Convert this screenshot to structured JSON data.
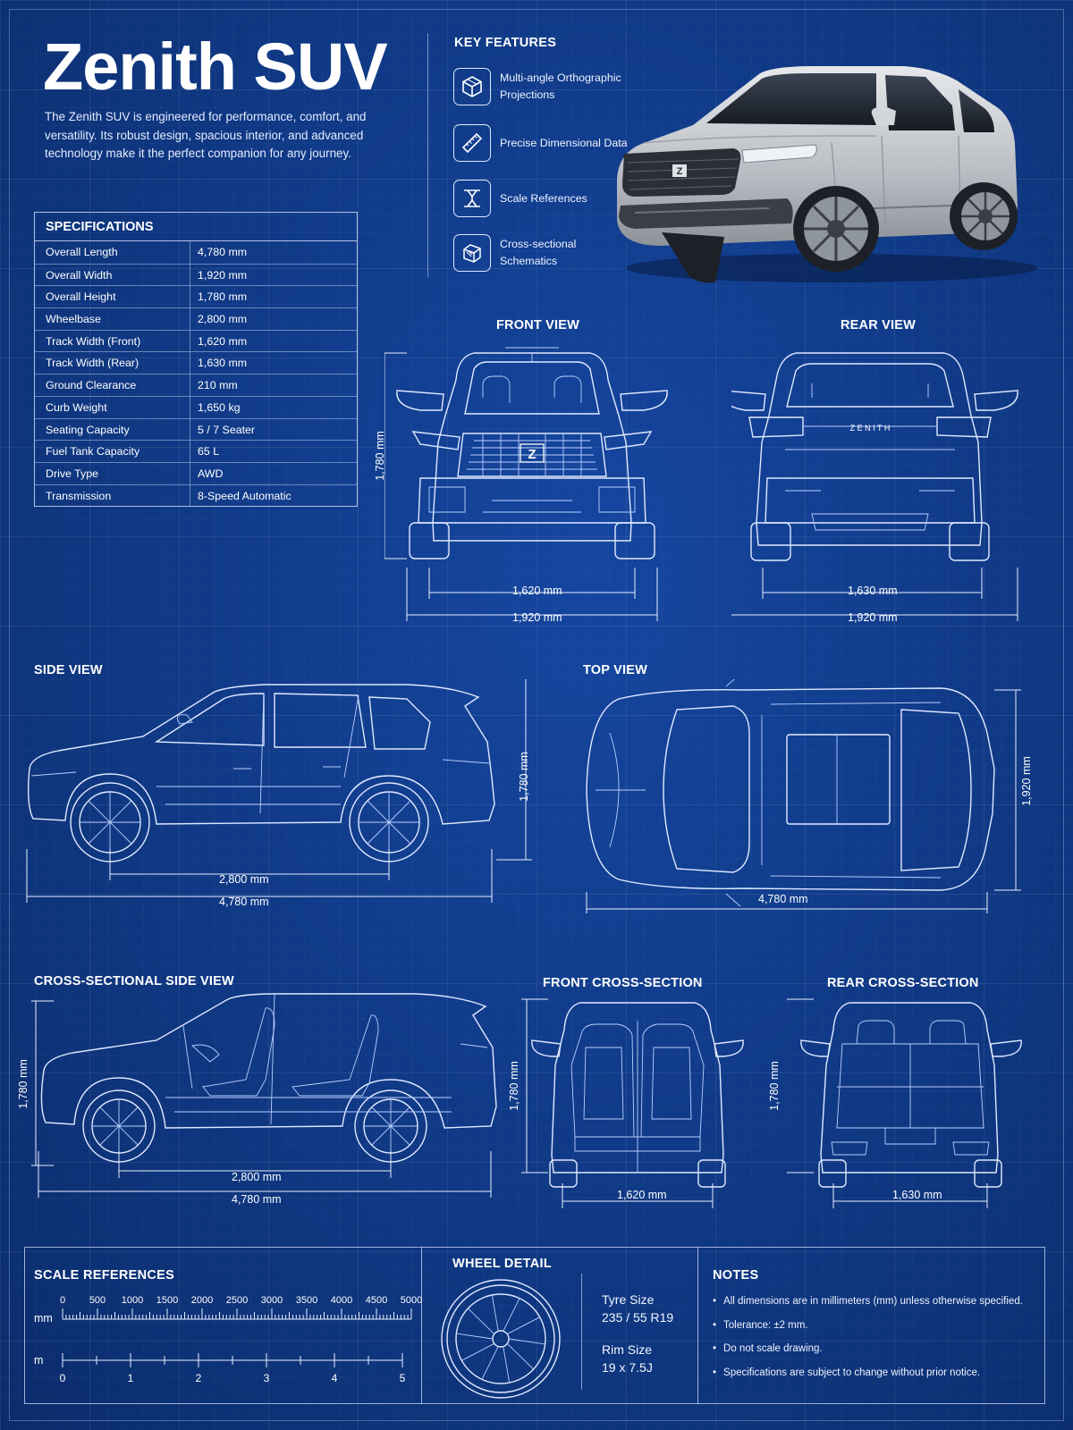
{
  "title": "Zenith SUV",
  "intro": "The Zenith SUV is engineered for performance, comfort, and versatility. Its robust design, spacious interior, and advanced technology make it the perfect companion for any journey.",
  "specifications": {
    "heading": "SPECIFICATIONS",
    "rows": [
      {
        "label": "Overall Length",
        "value": "4,780 mm"
      },
      {
        "label": "Overall Width",
        "value": "1,920 mm"
      },
      {
        "label": "Overall Height",
        "value": "1,780 mm"
      },
      {
        "label": "Wheelbase",
        "value": "2,800 mm"
      },
      {
        "label": "Track Width (Front)",
        "value": "1,620 mm"
      },
      {
        "label": "Track Width (Rear)",
        "value": "1,630 mm"
      },
      {
        "label": "Ground Clearance",
        "value": "210 mm"
      },
      {
        "label": "Curb Weight",
        "value": "1,650 kg"
      },
      {
        "label": "Seating Capacity",
        "value": "5 / 7 Seater"
      },
      {
        "label": "Fuel Tank Capacity",
        "value": "65 L"
      },
      {
        "label": "Drive Type",
        "value": "AWD"
      },
      {
        "label": "Transmission",
        "value": "8-Speed Automatic"
      }
    ]
  },
  "key_features": {
    "heading": "KEY FEATURES",
    "items": [
      {
        "label": "Multi-angle Orthographic Projections",
        "icon": "cube-icon"
      },
      {
        "label": "Precise Dimensional Data",
        "icon": "ruler-icon"
      },
      {
        "label": "Scale References",
        "icon": "scale-icon"
      },
      {
        "label": "Cross-sectional Schematics",
        "icon": "cross-section-icon"
      }
    ]
  },
  "views": {
    "front": {
      "title": "FRONT VIEW",
      "height": "1,780 mm",
      "track": "1,620 mm",
      "width": "1,920 mm",
      "badge": "Z"
    },
    "rear": {
      "title": "REAR VIEW",
      "track": "1,630 mm",
      "width": "1,920 mm",
      "badge": "Z E N I T H"
    },
    "side": {
      "title": "SIDE VIEW",
      "height": "1,780 mm",
      "wheelbase": "2,800 mm",
      "length": "4,780 mm"
    },
    "top": {
      "title": "TOP VIEW",
      "width": "1,920 mm",
      "length": "4,780 mm"
    },
    "cross_side": {
      "title": "CROSS-SECTIONAL SIDE VIEW",
      "height": "1,780 mm",
      "wheelbase": "2,800 mm",
      "length": "4,780 mm"
    },
    "front_cross": {
      "title": "FRONT CROSS-SECTION",
      "height": "1,780 mm",
      "track": "1,620 mm"
    },
    "rear_cross": {
      "title": "REAR CROSS-SECTION",
      "height": "1,780 mm",
      "track": "1,630 mm"
    }
  },
  "scale_references": {
    "heading": "SCALE REFERENCES",
    "mm_unit": "mm",
    "mm_ticks": [
      "0",
      "500",
      "1000",
      "1500",
      "2000",
      "2500",
      "3000",
      "3500",
      "4000",
      "4500",
      "5000"
    ],
    "m_unit": "m",
    "m_ticks": [
      "0",
      "1",
      "2",
      "3",
      "4",
      "5"
    ]
  },
  "wheel_detail": {
    "heading": "WHEEL DETAIL",
    "tyre_label": "Tyre Size",
    "tyre_value": "235 / 55 R19",
    "rim_label": "Rim Size",
    "rim_value": "19 x 7.5J"
  },
  "notes": {
    "heading": "NOTES",
    "items": [
      "All dimensions are in millimeters (mm) unless otherwise specified.",
      "Tolerance: ±2 mm.",
      "Do not scale drawing.",
      "Specifications are subject to change without prior notice."
    ]
  },
  "colors": {
    "background": "#103a86",
    "line": "#dfe9ff",
    "car_body": "#c9ccd1"
  }
}
